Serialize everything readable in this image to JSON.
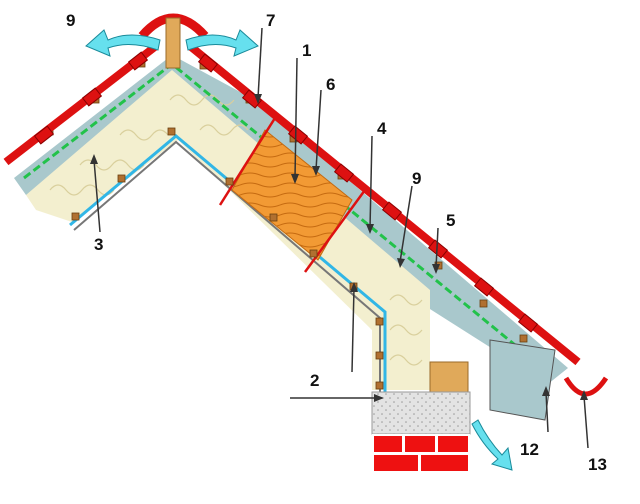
{
  "labels": {
    "l1": "1",
    "l2": "2",
    "l3": "3",
    "l4": "4",
    "l5": "5",
    "l6": "6",
    "l7": "7",
    "l9a": "9",
    "l9b": "9",
    "l12": "12",
    "l13": "13"
  },
  "colors": {
    "tile": "#dd1111",
    "air_gap": "#a9c8cc",
    "insulation": "#f3efcf",
    "membrane_green": "#22c24a",
    "vapour_blue": "#31b6e6",
    "rafter": "#f0922c",
    "timber": "#e0a95a",
    "plaster": "#e4e4e4",
    "brick": "#ee1111",
    "air_arrow": "#66e0ee"
  }
}
